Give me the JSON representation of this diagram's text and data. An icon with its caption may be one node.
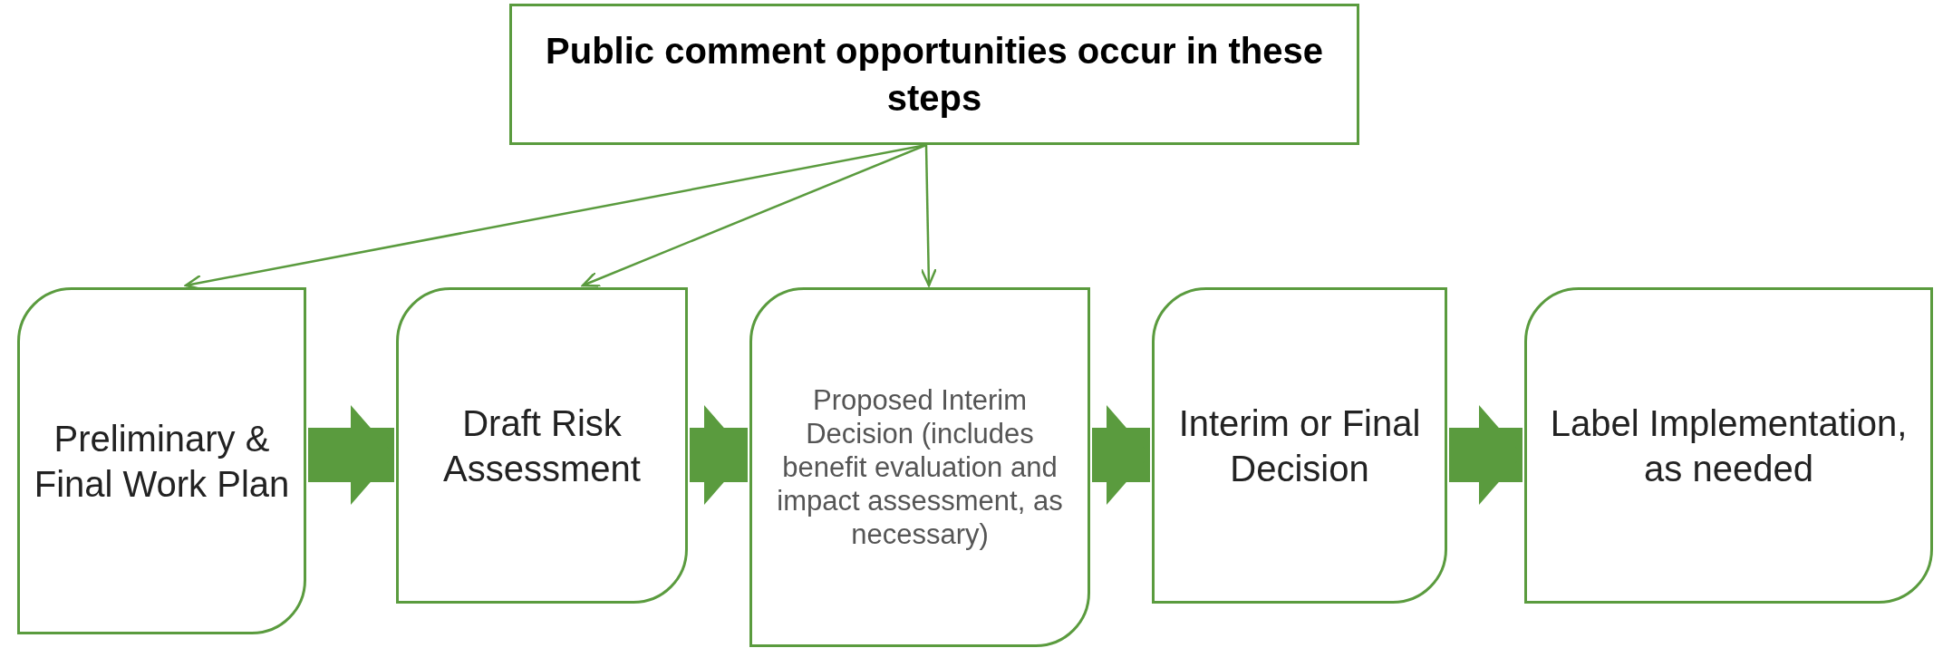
{
  "diagram": {
    "nodes": [
      {
        "text": [
          "Public comment opportunities occur in these steps"
        ]
      },
      {
        "text": [
          "Preliminary & Final Work Plan"
        ]
      },
      {
        "text": [
          "Draft Risk Assessment"
        ]
      },
      {
        "text": [
          "Proposed Interim Decision (includes benefit evaluation and impact assessment, as necessary)"
        ]
      },
      {
        "text": [
          "Interim or Final Decision"
        ]
      },
      {
        "text": [
          "Label Implementation, as needed"
        ]
      }
    ],
    "edges": [
      {
        "from": 0,
        "to": 1,
        "arrow": "to"
      },
      {
        "from": 0,
        "to": 2,
        "arrow": "to"
      },
      {
        "from": 0,
        "to": 3,
        "arrow": "to"
      },
      {
        "from": 1,
        "to": 2,
        "arrow": "to"
      },
      {
        "from": 2,
        "to": 3,
        "arrow": "to"
      },
      {
        "from": 3,
        "to": 4,
        "arrow": "to"
      },
      {
        "from": 4,
        "to": 5,
        "arrow": "to"
      }
    ]
  }
}
